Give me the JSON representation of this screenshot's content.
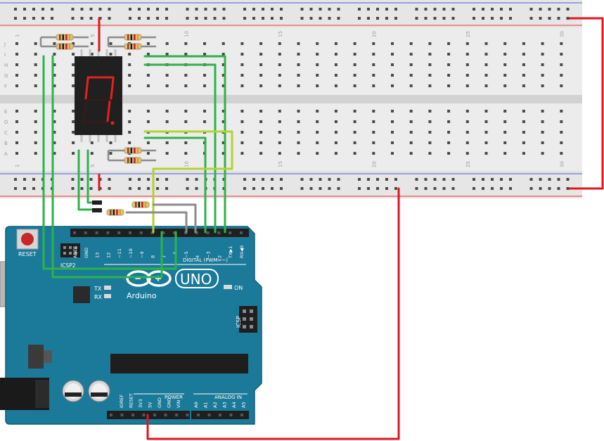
{
  "breadboard": {
    "row_letters_top": [
      "J",
      "I",
      "H",
      "G",
      "F"
    ],
    "row_letters_bottom": [
      "E",
      "D",
      "C",
      "B",
      "A"
    ],
    "column_numbers": [
      "1",
      "5",
      "10",
      "15",
      "20",
      "25",
      "30"
    ],
    "columns": 30
  },
  "display": {
    "digit": "7",
    "segment_color": "#e8201e"
  },
  "arduino": {
    "board_color": "#1b7a99",
    "reset_label": "RESET",
    "icsp2_label": "ICSP2",
    "icsp_label": "ICSP",
    "logo_text": "Arduino",
    "model_text": "UNO",
    "tx_label": "TX",
    "rx_label": "RX",
    "on_label": "ON",
    "digital_label": "DIGITAL (PWM=~)",
    "power_label": "POWER",
    "analog_label": "ANALOG IN",
    "digital_pins": [
      "AREF",
      "GND",
      "13",
      "12",
      "~11",
      "~10",
      "~9",
      "8",
      "7",
      "~6",
      "~5",
      "4",
      "~3",
      "2",
      "TX▶1",
      "RX◀0"
    ],
    "power_pins": [
      "IOREF",
      "RESET",
      "3V3",
      "5V",
      "GND",
      "GND",
      "VIN"
    ],
    "analog_pins": [
      "A0",
      "A1",
      "A2",
      "A3",
      "A4",
      "A5"
    ]
  },
  "wire_colors": {
    "power": "#e0151f",
    "ground": "#1e1e1e",
    "signal": "#2db34a",
    "signal_light": "#b3d234",
    "gray": "#8c8c8c"
  }
}
